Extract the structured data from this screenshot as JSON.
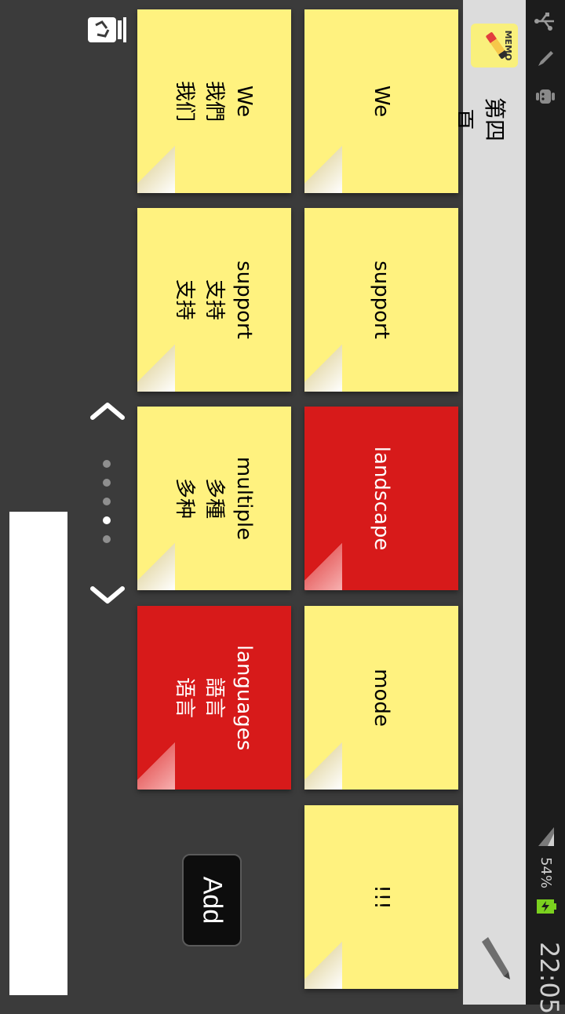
{
  "statusbar": {
    "battery_percent": "54%",
    "time": "22:05",
    "icons": [
      "usb-icon",
      "pencil-icon",
      "android-icon",
      "signal-icon",
      "battery-charging-icon"
    ]
  },
  "actionbar": {
    "app_icon_text": "MEMO",
    "title": "第四頁"
  },
  "notes": [
    {
      "text": "We",
      "color": "yellow"
    },
    {
      "text": "We\n我們\n我们",
      "color": "yellow"
    },
    {
      "text": "support",
      "color": "yellow"
    },
    {
      "text": "support\n支持\n支持",
      "color": "yellow"
    },
    {
      "text": "landscape",
      "color": "red"
    },
    {
      "text": "multiple\n多種\n多种",
      "color": "yellow"
    },
    {
      "text": "mode",
      "color": "yellow"
    },
    {
      "text": "languages\n語言\n语言",
      "color": "red"
    },
    {
      "text": "!!!",
      "color": "yellow"
    }
  ],
  "controls": {
    "add_label": "Add",
    "page_indicator": {
      "count": 5,
      "active_index": 3
    }
  },
  "colors": {
    "yellow_note": "#fff27f",
    "red_note": "#d71a1a",
    "background": "#3b3b3b",
    "actionbar": "#dcdcdc",
    "statusbar": "#1c1c1c"
  }
}
